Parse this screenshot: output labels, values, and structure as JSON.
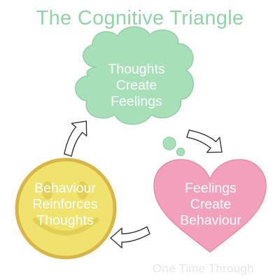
{
  "title": "The Cognitive Triangle",
  "nodes": {
    "thoughts": {
      "lines": [
        "Thoughts",
        "Create",
        "Feelings"
      ],
      "fill": "#a7e0b8",
      "stroke": "#8ecfa2"
    },
    "feelings": {
      "lines": [
        "Feelings",
        "Create",
        "Behaviour"
      ],
      "fill": "#f3a0bc",
      "stroke": "#e889a9"
    },
    "behaviour": {
      "lines": [
        "Behaviour",
        "Reinforces",
        "Thoughts"
      ],
      "fill": "#efe36d",
      "stroke": "#d9b545"
    }
  },
  "colors": {
    "title": "#8fd3a6",
    "arrow_fill": "#ffffff",
    "arrow_stroke": "#333333",
    "watermark": "#e6e6e6"
  },
  "icons": [
    "cloud-icon",
    "heart-icon",
    "smiley-icon",
    "curved-arrow-icon"
  ],
  "watermark": "One Time Through"
}
